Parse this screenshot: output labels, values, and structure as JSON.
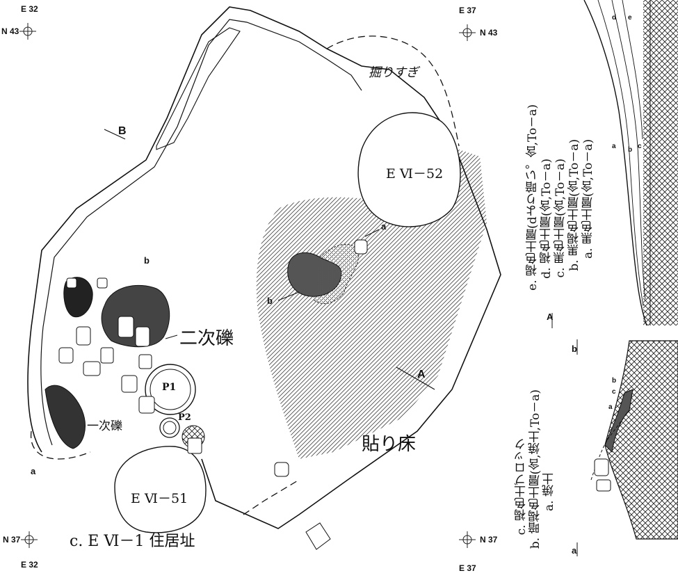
{
  "grid": {
    "tl_e": "E 32",
    "tl_n": "N 43",
    "tr_e": "E 37",
    "tr_n": "N 43",
    "bl_n": "N 37",
    "bl_e": "E 32",
    "br_n": "N 37",
    "br_e": "E 37"
  },
  "title": "c. E Ⅵ－1 住居址",
  "plan_labels": {
    "overdug": "掘りすぎ",
    "pit52": "E Ⅵ－52",
    "pit51": "E Ⅵ－51",
    "floor": "貼り床",
    "secondary_gravel": "二次礫",
    "primary_gravel": "一次礫",
    "p1": "P1",
    "p2": "P2",
    "sec_a": "A",
    "sec_b": "B",
    "pt_a_plan": "a",
    "pt_b_plan": "b",
    "pt_b_gravel": "b",
    "pt_a_lower": "a"
  },
  "section_labels": {
    "A": "A",
    "b": "b",
    "a": "a",
    "layers_top": [
      "d",
      "e",
      "a",
      "b",
      "c"
    ],
    "layers_bottom": [
      "a",
      "c",
      "b"
    ]
  },
  "legend_upper": [
    "a. 黒色土層(含,To－a)",
    "b. 黒褐色土層(含,To－a)",
    "c. 黒色土層(含,To－a)",
    "d. 褐色土層(含,To－a)",
    "e. 褐色土層(dより暗い。含,To－a)"
  ],
  "legend_lower": [
    "a. 焼土",
    "b. 暗褐色土層(含,焼土,To－a)",
    "c. 褐色土ブロック"
  ]
}
